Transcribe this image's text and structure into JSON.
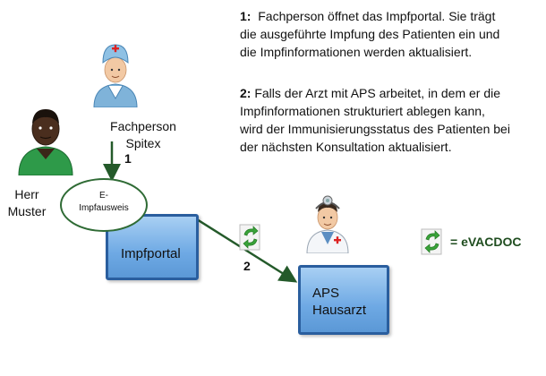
{
  "notes": {
    "note1_number": "1:",
    "note1_line1": "Fachperson öffnet das Impfportal. Sie trägt",
    "note1_line2": "die ausgeführte Impfung des Patienten ein und",
    "note1_line3": "die Impfinformationen werden aktualisiert.",
    "note2_number": "2:",
    "note2_line1": "Falls der Arzt mit APS arbeitet, in dem er die",
    "note2_line2": "Impfinformationen strukturiert ablegen kann,",
    "note2_line3": "wird der Immunisierungsstatus des Patienten bei",
    "note2_line4": "der nächsten Konsultation aktualisiert."
  },
  "actors": {
    "nurse_line1": "Fachperson",
    "nurse_line2": "Spitex",
    "patient_line1": "Herr",
    "patient_line2": "Muster"
  },
  "ellipse": {
    "line1": "E-",
    "line2": "Impfausweis"
  },
  "boxes": {
    "portal": "Impfportal",
    "aps_line1": "APS",
    "aps_line2": "Hausarzt"
  },
  "steps": {
    "step1": "1",
    "step2": "2"
  },
  "legend": {
    "label": "= eVACDOC"
  },
  "colors": {
    "box_fill": "#6ea9e4",
    "box_border": "#2a5e9e",
    "arrow": "#245a2a",
    "recycle_green": "#3aa33a"
  }
}
